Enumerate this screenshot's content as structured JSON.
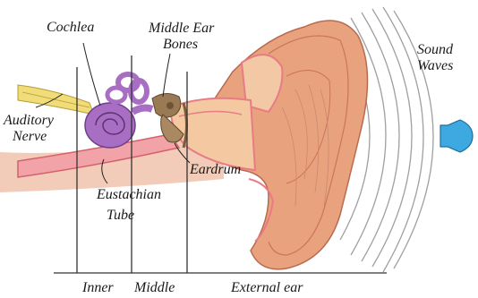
{
  "labels": {
    "cochlea": "Cochlea",
    "middle_ear_bones_line1": "Middle Ear",
    "middle_ear_bones_line2": "Bones",
    "sound_waves_line1": "Sound",
    "sound_waves_line2": "Waves",
    "auditory_nerve_line1": "Auditory",
    "auditory_nerve_line2": "Nerve",
    "eardrum": "Eardrum",
    "eustachian_line1": "Eustachian",
    "eustachian_line2": "Tube",
    "region_inner": "Inner",
    "region_middle": "Middle",
    "region_external": "External ear"
  },
  "colors": {
    "outer_ear": "#e8a27e",
    "outer_ear_dark": "#c9765a",
    "canal_inner": "#f4c9a2",
    "canal_pink": "#e87b85",
    "cochlea": "#a86ec4",
    "cochlea_dark": "#7b4a96",
    "nerve": "#f0dc78",
    "bones": "#9a7a55",
    "speaker": "#3ea8e0",
    "waves": "#9a9a9a"
  }
}
